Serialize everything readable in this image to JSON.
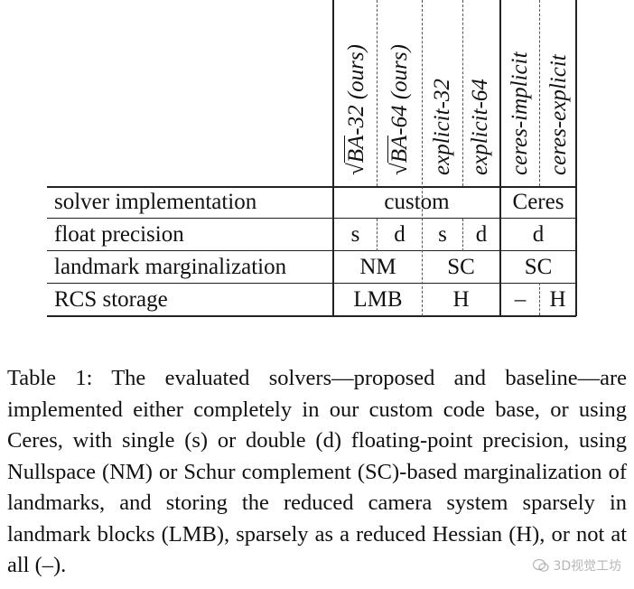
{
  "table": {
    "columns": [
      {
        "prefix": "√",
        "name": "BA",
        "suffix": "-32 (ours)"
      },
      {
        "prefix": "√",
        "name": "BA",
        "suffix": "-64 (ours)"
      },
      {
        "label": "explicit-32"
      },
      {
        "label": "explicit-64"
      },
      {
        "label": "ceres-implicit"
      },
      {
        "label": "ceres-explicit"
      }
    ],
    "rows": [
      {
        "label": "solver implementation",
        "cells": [
          "custom",
          "Ceres"
        ]
      },
      {
        "label": "float precision",
        "cells": [
          "s",
          "d",
          "s",
          "d",
          "d"
        ]
      },
      {
        "label": "landmark marginalization",
        "cells": [
          "NM",
          "SC",
          "SC"
        ]
      },
      {
        "label": "RCS storage",
        "cells": [
          "LMB",
          "H",
          "–",
          "H"
        ]
      }
    ]
  },
  "caption": {
    "label": "Table 1:",
    "text": "The evaluated solvers—proposed and baseline—are implemented either completely in our custom code base, or using Ceres, with single (s) or double (d) floating-point precision, using Nullspace (NM) or Schur complement (SC)-based marginalization of landmarks, and storing the reduced camera system sparsely in landmark blocks (LMB), sparsely as a reduced Hessian (H), or not at all (–)."
  },
  "watermark": {
    "text": "3D视觉工坊",
    "icon": "wechat-icon"
  }
}
